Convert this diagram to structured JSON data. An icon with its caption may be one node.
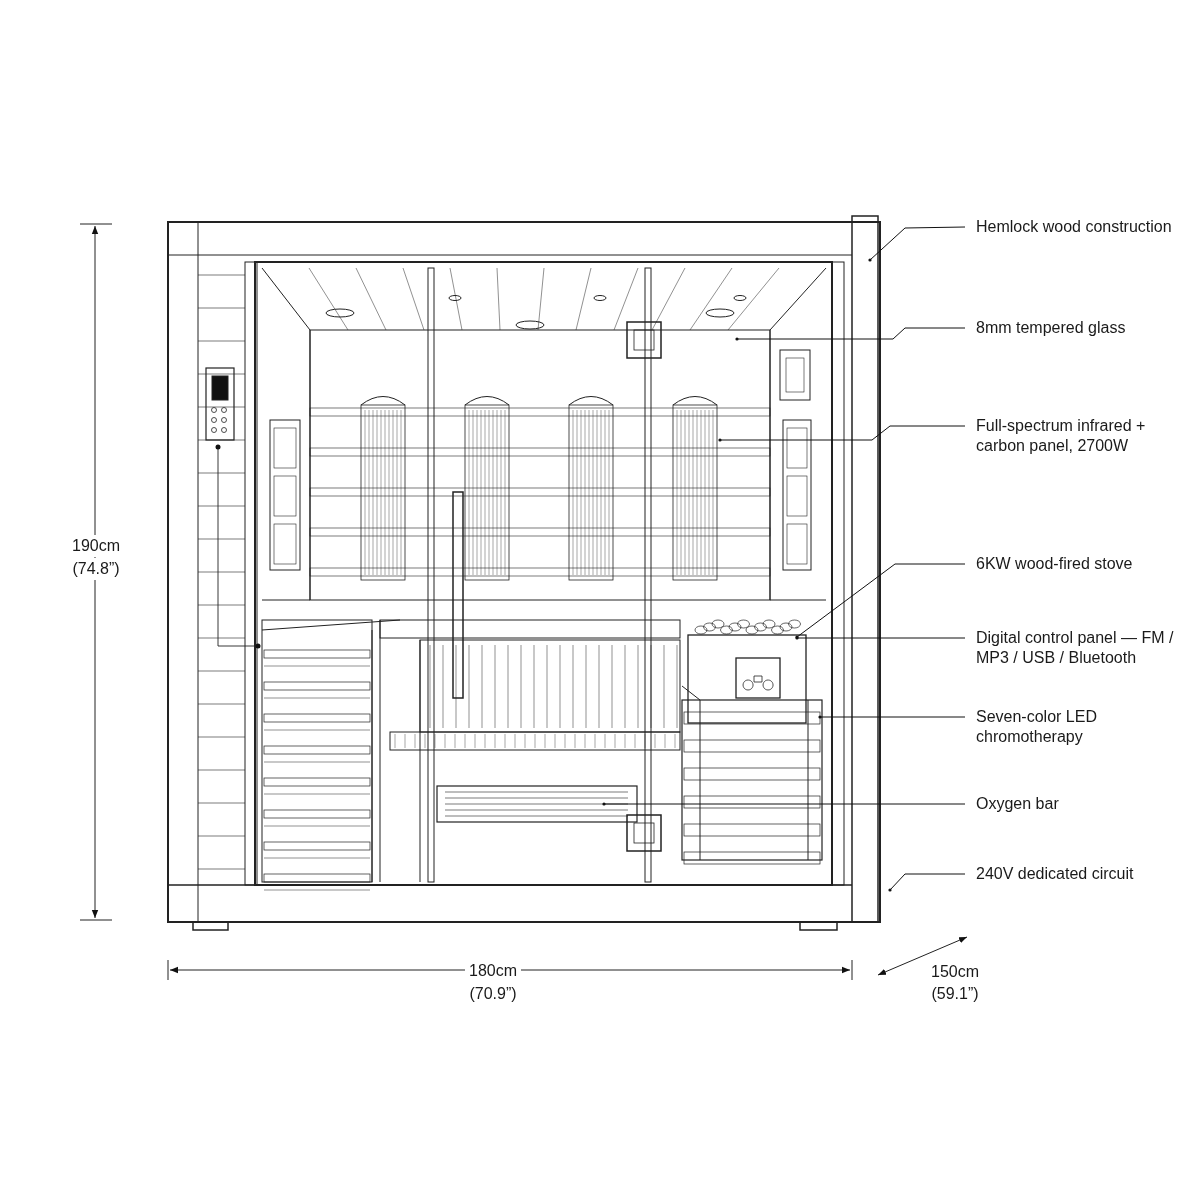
{
  "diagram": {
    "nodes": [
      {
        "text": [
          "Hemlock wood construction"
        ]
      },
      {
        "text": [
          "8mm tempered glass"
        ]
      },
      {
        "text": [
          "Full-spectrum infrared + carbon panel, 2700W"
        ]
      },
      {
        "text": [
          "6KW wood-fired stove"
        ]
      },
      {
        "text": [
          "Digital control panel — FM / MP3 / USB / Bluetooth"
        ]
      },
      {
        "text": [
          "Seven-color LED chromotherapy"
        ]
      },
      {
        "text": [
          "Oxygen bar"
        ]
      },
      {
        "text": [
          "240V dedicated circuit"
        ]
      }
    ],
    "edges": [
      {
        "from": 0,
        "to": null,
        "arrow": "other"
      },
      {
        "from": 1,
        "to": null,
        "arrow": "other"
      },
      {
        "from": 2,
        "to": null,
        "arrow": "other"
      },
      {
        "from": 3,
        "to": null,
        "arrow": "other"
      },
      {
        "from": 4,
        "to": null,
        "arrow": "other"
      },
      {
        "from": 5,
        "to": null,
        "arrow": "other"
      },
      {
        "from": 6,
        "to": null,
        "arrow": "other"
      },
      {
        "from": 7,
        "to": null,
        "arrow": "other"
      }
    ],
    "labels": [
      "190cm",
      "(74.8”)",
      "180cm",
      "(70.9”)",
      "150cm",
      "(59.1”)"
    ]
  }
}
